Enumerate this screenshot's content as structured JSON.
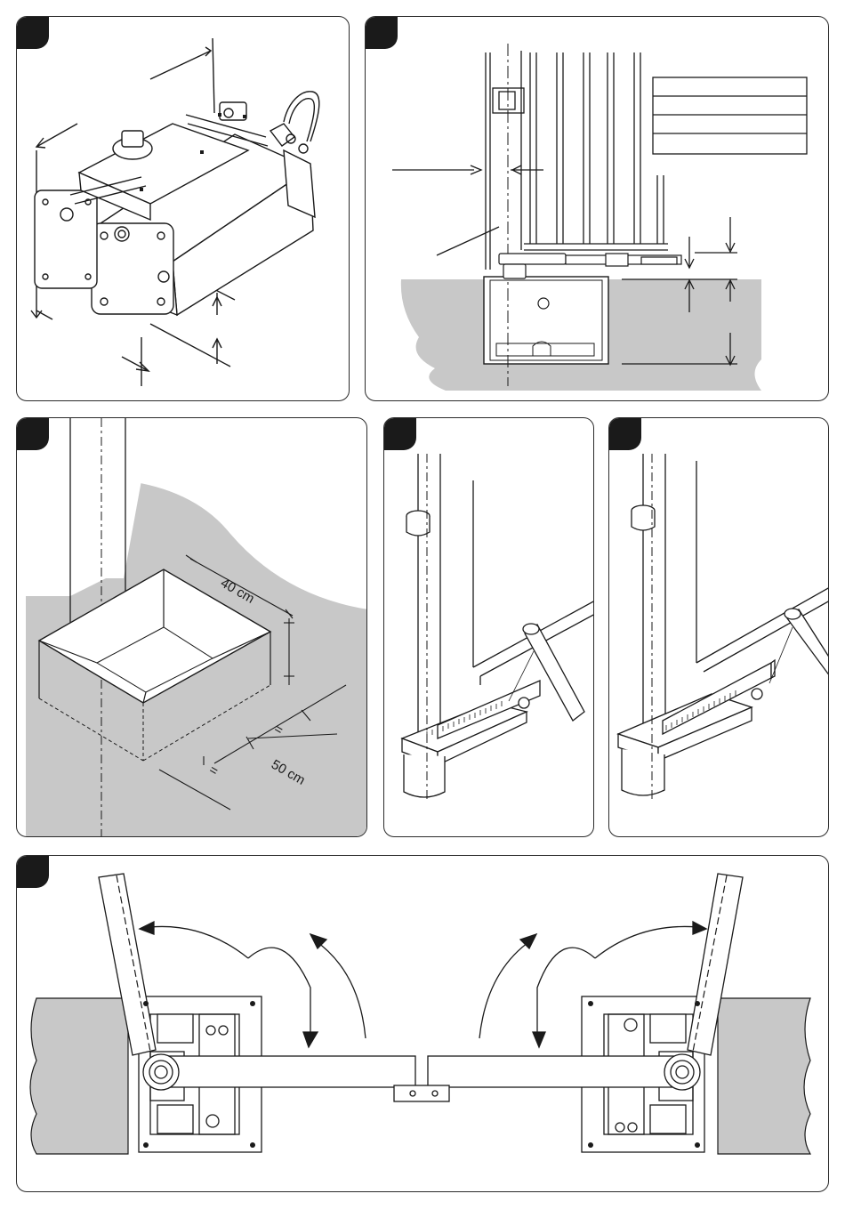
{
  "figure_labels": {
    "depth": "40 cm",
    "width": "50 cm",
    "equal_mark": "="
  },
  "colors": {
    "ground": "#c8c8c8",
    "line": "#1a1a1a",
    "badge": "#1a1a1a"
  },
  "panels": [
    {
      "id": "panel-1",
      "content": "motor-unit-dimensions"
    },
    {
      "id": "panel-2",
      "content": "gate-elevation-with-foundation-box"
    },
    {
      "id": "panel-3",
      "content": "excavation-pit"
    },
    {
      "id": "panel-4",
      "content": "lever-arm-mounting-a"
    },
    {
      "id": "panel-5",
      "content": "lever-arm-mounting-b"
    },
    {
      "id": "panel-6",
      "content": "double-leaf-top-view"
    }
  ]
}
